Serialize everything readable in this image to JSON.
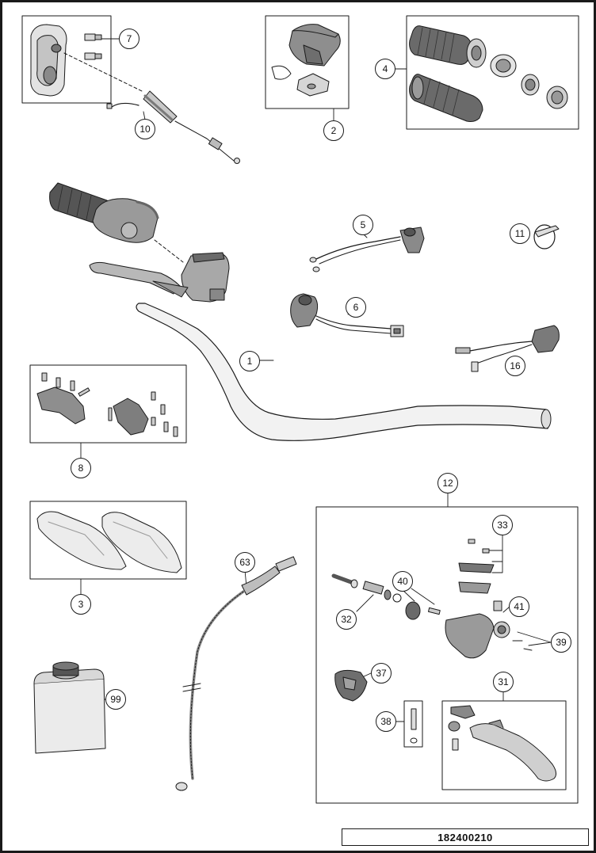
{
  "drawing_number": "182400210",
  "callouts": [
    {
      "id": "7",
      "label": "7"
    },
    {
      "id": "10",
      "label": "10"
    },
    {
      "id": "2",
      "label": "2"
    },
    {
      "id": "4",
      "label": "4"
    },
    {
      "id": "5",
      "label": "5"
    },
    {
      "id": "11",
      "label": "11"
    },
    {
      "id": "6",
      "label": "6"
    },
    {
      "id": "1",
      "label": "1"
    },
    {
      "id": "16",
      "label": "16"
    },
    {
      "id": "8",
      "label": "8"
    },
    {
      "id": "12",
      "label": "12"
    },
    {
      "id": "3",
      "label": "3"
    },
    {
      "id": "63",
      "label": "63"
    },
    {
      "id": "33",
      "label": "33"
    },
    {
      "id": "40",
      "label": "40"
    },
    {
      "id": "41",
      "label": "41"
    },
    {
      "id": "32",
      "label": "32"
    },
    {
      "id": "39",
      "label": "39"
    },
    {
      "id": "37",
      "label": "37"
    },
    {
      "id": "31",
      "label": "31"
    },
    {
      "id": "99",
      "label": "99"
    },
    {
      "id": "38",
      "label": "38"
    }
  ],
  "colors": {
    "line": "#1a1a1a",
    "part_fill": "#e9e9e9",
    "part_shade": "#a8a8a8",
    "part_dark": "#5a5a5a"
  }
}
